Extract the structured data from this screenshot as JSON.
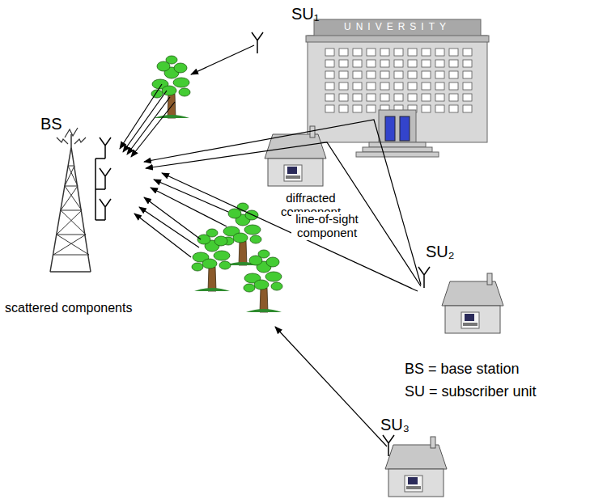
{
  "diagram": {
    "labels": [
      "SU₁",
      "BS",
      "UNIVERSITY",
      "diffracted component",
      "line-of-sight component",
      "SU₂",
      "scattered components",
      "BS = base station",
      "SU = subscriber unit",
      "SU₃"
    ]
  }
}
